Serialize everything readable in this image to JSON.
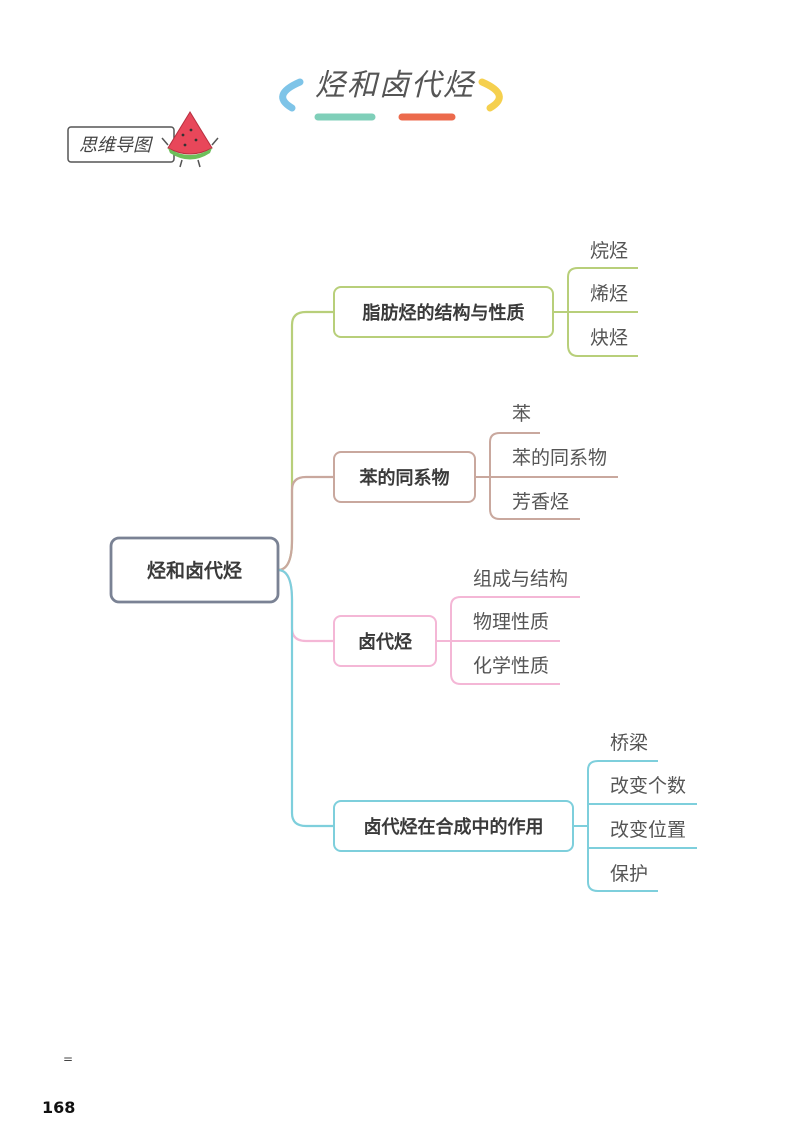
{
  "header": {
    "title": "烃和卤代烃",
    "badge": "思维导图"
  },
  "colors": {
    "root": "#7a8294",
    "branch1": "#b8cf7a",
    "branch2": "#c9a89e",
    "branch3": "#f4b7d6",
    "branch4": "#7ecfdc",
    "deco_blue": "#7ec4e8",
    "deco_teal": "#7fcfb9",
    "deco_red": "#ec6a4c",
    "deco_yellow": "#f5d04e"
  },
  "mindmap": {
    "root": "烃和卤代烃",
    "branches": [
      {
        "label": "脂肪烃的结构与性质",
        "leaves": [
          "烷烃",
          "烯烃",
          "炔烃"
        ]
      },
      {
        "label": "苯的同系物",
        "leaves": [
          "苯",
          "苯的同系物",
          "芳香烃"
        ]
      },
      {
        "label": "卤代烃",
        "leaves": [
          "组成与结构",
          "物理性质",
          "化学性质"
        ]
      },
      {
        "label": "卤代烃在合成中的作用",
        "leaves": [
          "桥梁",
          "改变个数",
          "改变位置",
          "保护"
        ]
      }
    ]
  },
  "footer": {
    "mark": "=",
    "page_number": "168"
  }
}
